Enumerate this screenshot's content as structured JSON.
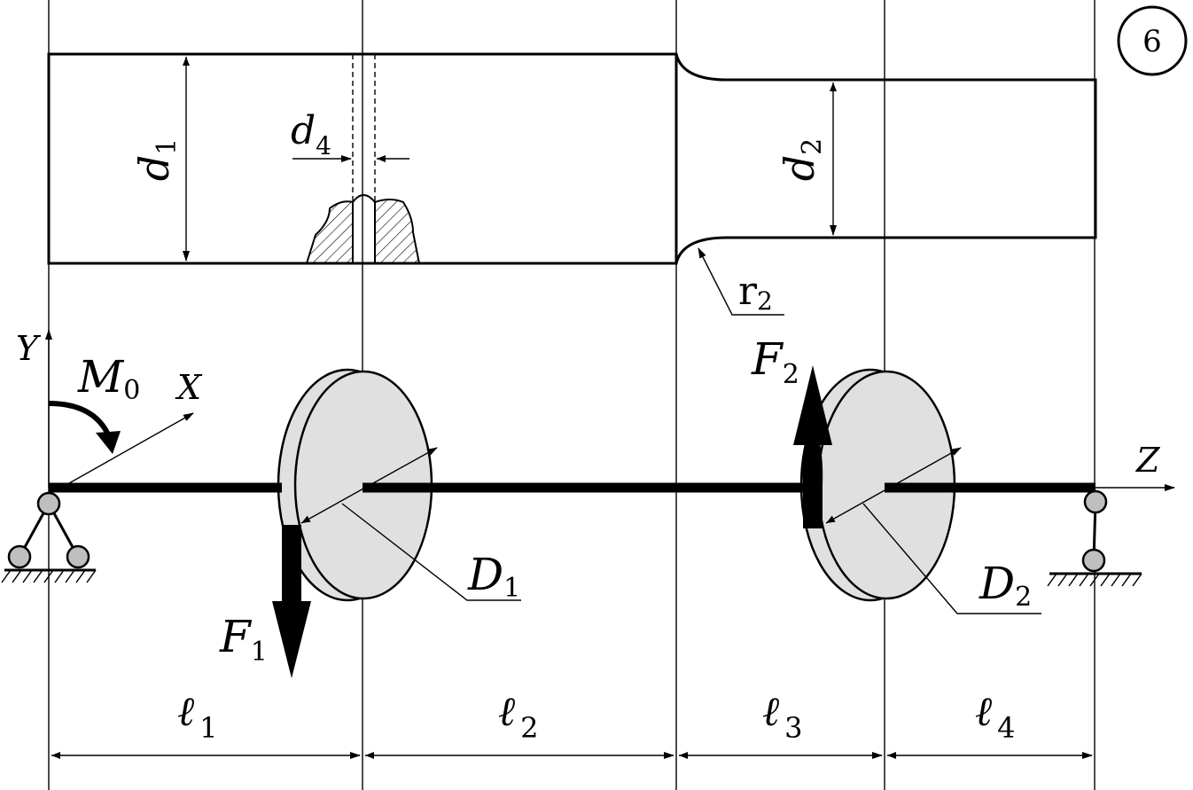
{
  "badge": "6",
  "labels": {
    "d1_main": "d",
    "d1_sub": "1",
    "d2_main": "d",
    "d2_sub": "2",
    "d4_main": "d",
    "d4_sub": "4",
    "r2_main": "r",
    "r2_sub": "2",
    "M0_main": "M",
    "M0_sub": "0",
    "F1_main": "F",
    "F1_sub": "1",
    "F2_main": "F",
    "F2_sub": "2",
    "D1_main": "D",
    "D1_sub": "1",
    "D2_main": "D",
    "D2_sub": "2",
    "axis_x": "X",
    "axis_y": "Y",
    "axis_z": "Z"
  },
  "spans": [
    {
      "main": "ℓ",
      "sub": "1"
    },
    {
      "main": "ℓ",
      "sub": "2"
    },
    {
      "main": "ℓ",
      "sub": "3"
    },
    {
      "main": "ℓ",
      "sub": "4"
    }
  ],
  "colors": {
    "line": "#000000",
    "disk_fill": "#e0e0e0",
    "background": "#ffffff"
  }
}
